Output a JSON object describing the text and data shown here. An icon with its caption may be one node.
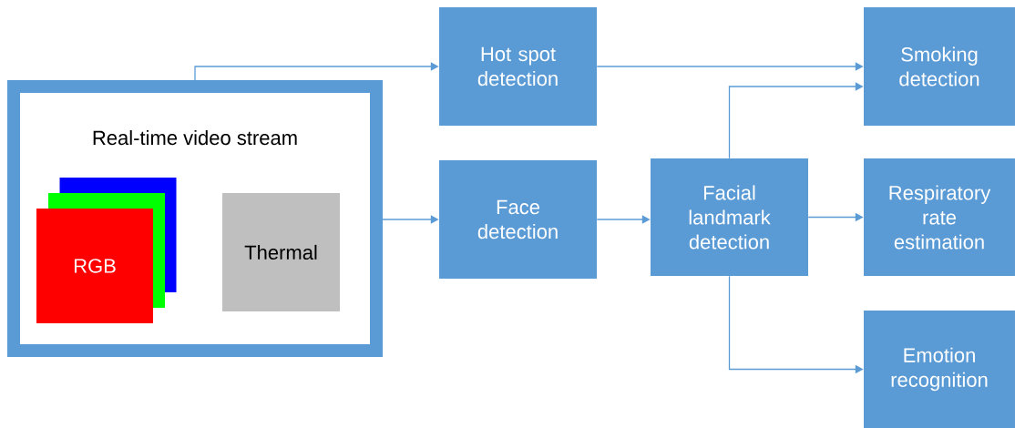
{
  "diagram": {
    "nodes": [
      {
        "text": [
          "Real-time video stream"
        ]
      },
      {
        "text": [
          "RGB"
        ],
        "in": 0
      },
      {
        "text": [
          "Thermal"
        ],
        "in": 0
      },
      {
        "text": [
          "Hot spot detection"
        ]
      },
      {
        "text": [
          "Face detection"
        ]
      },
      {
        "text": [
          "Facial landmark detection"
        ]
      },
      {
        "text": [
          "Smoking detection"
        ]
      },
      {
        "text": [
          "Respiratory rate estimation"
        ]
      },
      {
        "text": [
          "Emotion recognition"
        ]
      }
    ],
    "edges": [
      {
        "from": 0,
        "to": 3,
        "arrow": "to"
      },
      {
        "from": 0,
        "to": 4,
        "arrow": "to"
      },
      {
        "from": 3,
        "to": 6,
        "arrow": "to"
      },
      {
        "from": 4,
        "to": 5,
        "arrow": "to"
      },
      {
        "from": 5,
        "to": 6,
        "arrow": "to"
      },
      {
        "from": 5,
        "to": 7,
        "arrow": "to"
      },
      {
        "from": 5,
        "to": 8,
        "arrow": "to"
      }
    ]
  }
}
